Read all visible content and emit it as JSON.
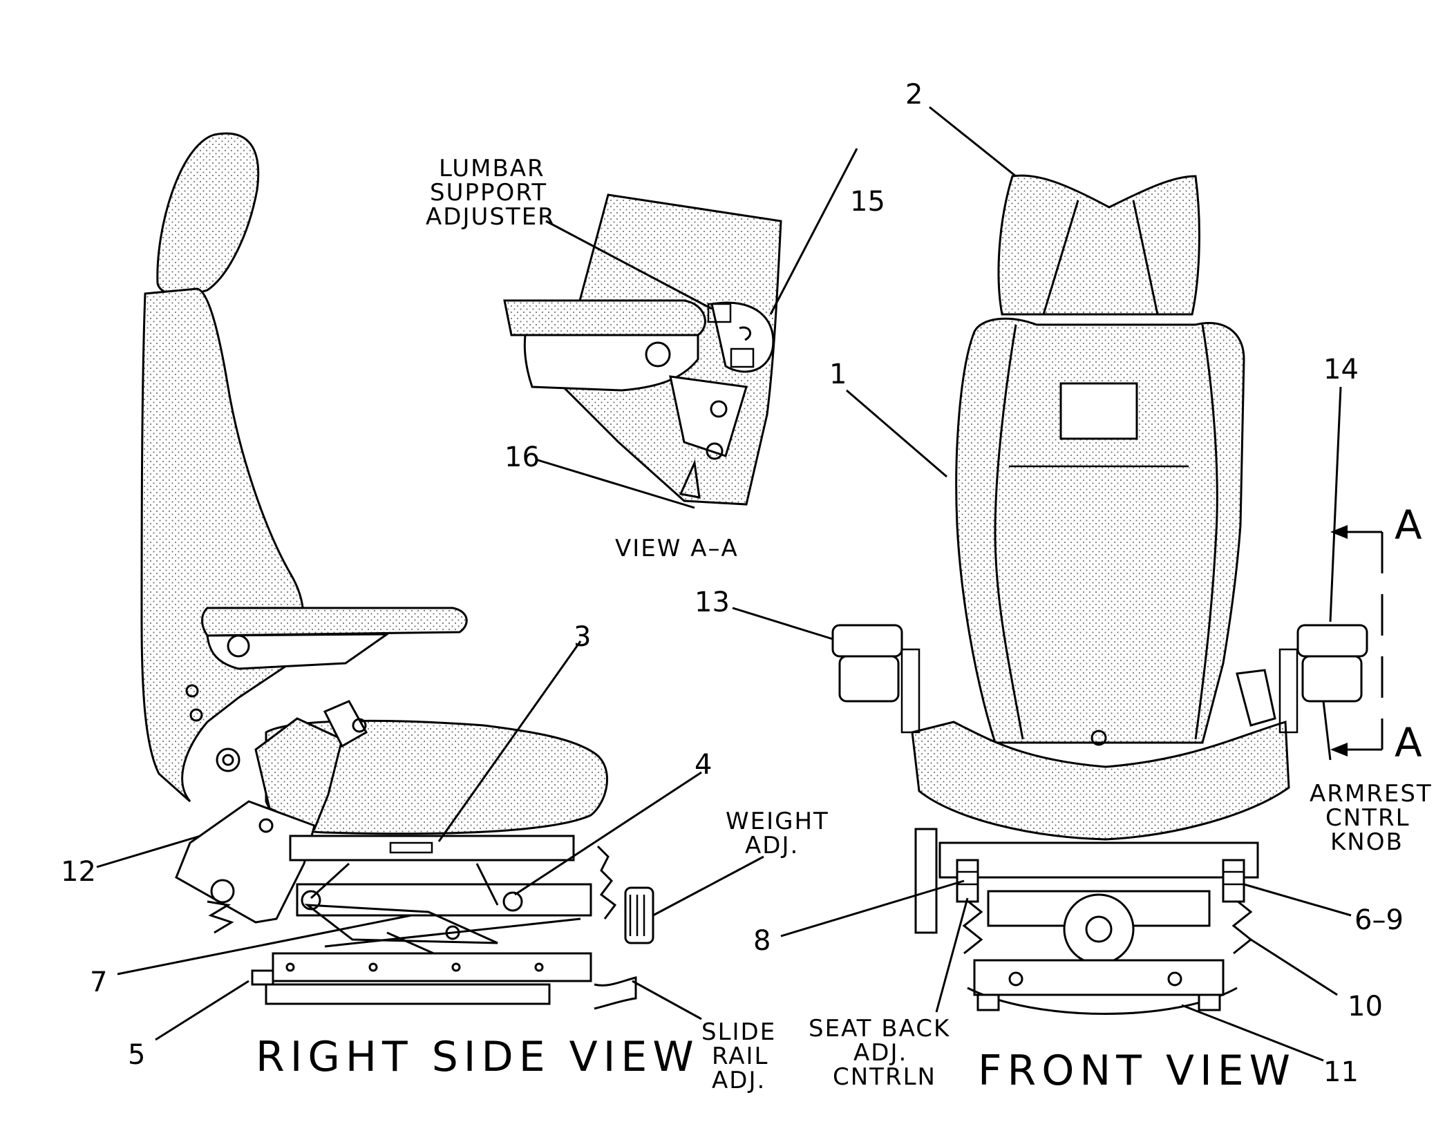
{
  "callouts": {
    "c1": "1",
    "c2": "2",
    "c3": "3",
    "c4": "4",
    "c5": "5",
    "c6_9": "6–9",
    "c7": "7",
    "c8": "8",
    "c10": "10",
    "c11": "11",
    "c12": "12",
    "c13": "13",
    "c14": "14",
    "c15": "15",
    "c16": "16"
  },
  "labels": {
    "lumbar": [
      "LUMBAR",
      "SUPPORT",
      "ADJUSTER"
    ],
    "weight": [
      "WEIGHT",
      "ADJ."
    ],
    "slide": [
      "SLIDE",
      "RAIL",
      "ADJ."
    ],
    "seatback": [
      "SEAT BACK",
      "ADJ.",
      "CNTRLN"
    ],
    "armrest": [
      "ARMREST",
      "CNTRL",
      "KNOB"
    ],
    "view_aa": "VIEW A–A",
    "section_mark_top": "A",
    "section_mark_bottom": "A"
  },
  "views": {
    "side": "RIGHT SIDE VIEW",
    "front": "FRONT VIEW"
  }
}
